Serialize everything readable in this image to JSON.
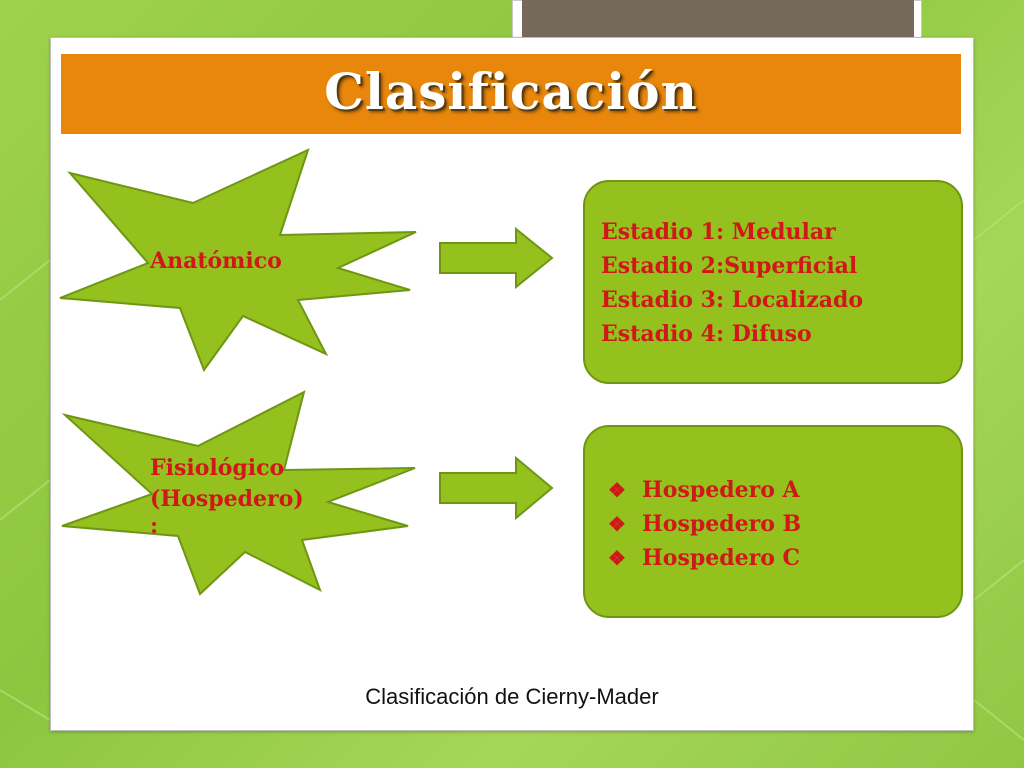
{
  "slide": {
    "title": "Clasificación",
    "caption": "Clasificación de Cierny-Mader"
  },
  "groups": [
    {
      "label_lines": [
        "Anatómico"
      ],
      "items": [
        "Estadio 1: Medular",
        "Estadio 2:Superficial",
        "Estadio 3: Localizado",
        "Estadio 4: Difuso"
      ],
      "bulleted": false
    },
    {
      "label_lines": [
        "Fisiológico",
        "(Hospedero)",
        ":"
      ],
      "items": [
        "Hospedero A",
        "Hospedero B",
        "Hospedero C"
      ],
      "bulleted": true,
      "bullet_icon": "diamond-bullet-icon"
    }
  ],
  "colors": {
    "title_bar": "#e8870c",
    "shape_fill": "#94c11e",
    "text_red": "#d01818",
    "background_green": "#8cc63f"
  }
}
